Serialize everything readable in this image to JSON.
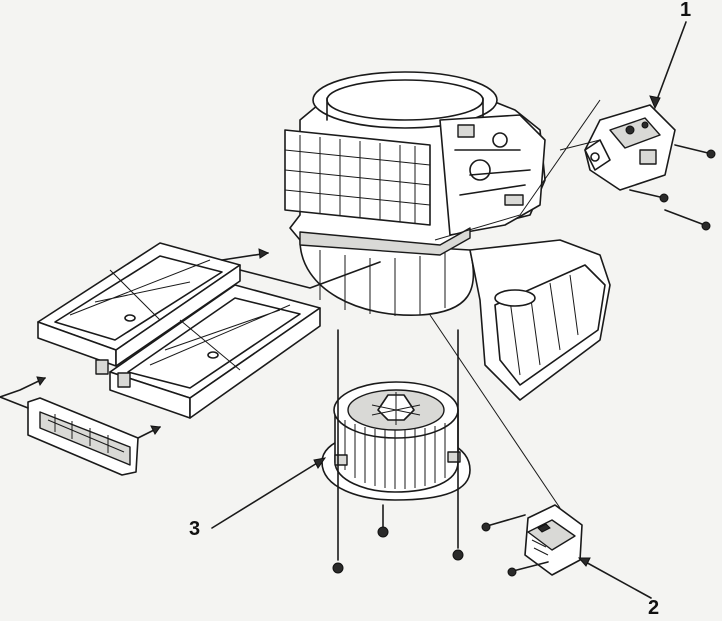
{
  "callouts": [
    {
      "id": "1",
      "label": "1"
    },
    {
      "id": "2",
      "label": "2"
    },
    {
      "id": "3",
      "label": "3"
    }
  ],
  "colors": {
    "paper": "#f4f4f2",
    "ink": "#1a1a1a",
    "shade": "#d9d9d6"
  }
}
